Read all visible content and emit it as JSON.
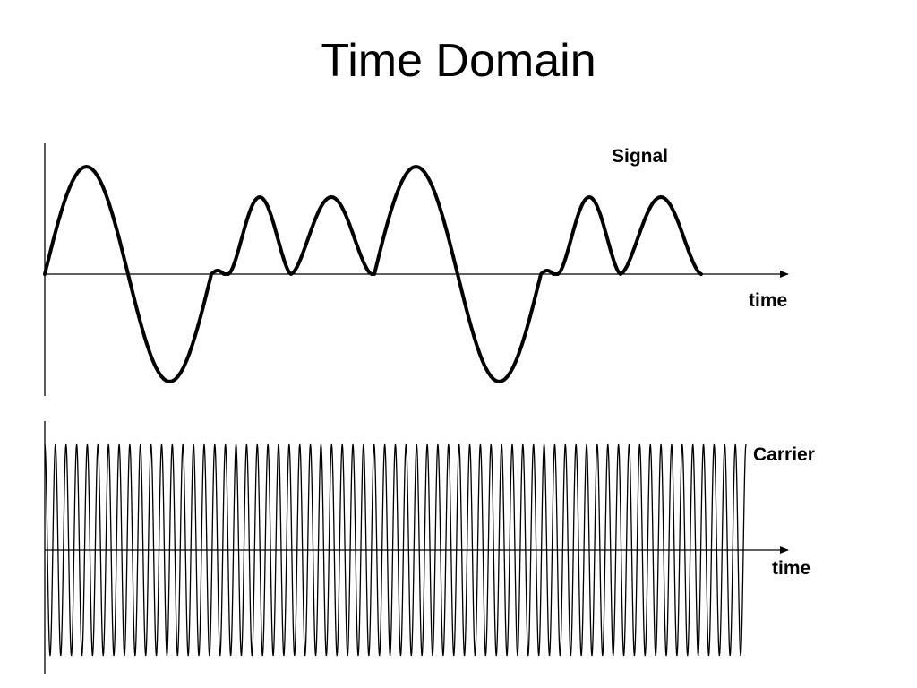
{
  "title": "Time Domain",
  "signal_panel": {
    "label": "Signal",
    "axis_label": "time"
  },
  "carrier_panel": {
    "label": "Carrier",
    "axis_label": "time",
    "cycles": 66
  },
  "colors": {
    "stroke": "#000000",
    "background": "#ffffff"
  }
}
